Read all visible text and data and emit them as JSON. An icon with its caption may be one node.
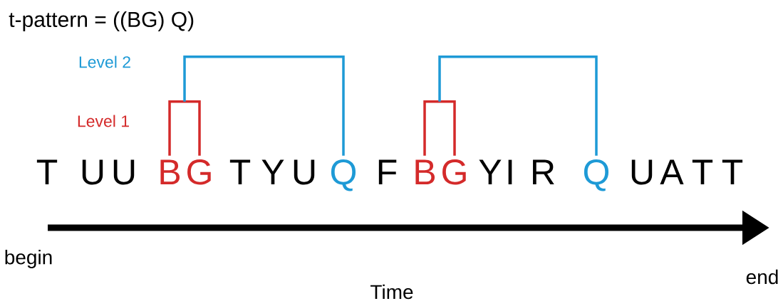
{
  "diagram": {
    "title": "t-pattern = ((BG) Q)",
    "nodes": [
      {
        "text": [
          "T"
        ]
      },
      {
        "text": [
          "U"
        ]
      },
      {
        "text": [
          "U"
        ]
      },
      {
        "text": [
          "B"
        ]
      },
      {
        "text": [
          "G"
        ]
      },
      {
        "text": [
          "T"
        ]
      },
      {
        "text": [
          "Y"
        ]
      },
      {
        "text": [
          "U"
        ]
      },
      {
        "text": [
          "Q"
        ]
      },
      {
        "text": [
          "F"
        ]
      },
      {
        "text": [
          "B"
        ]
      },
      {
        "text": [
          "G"
        ]
      },
      {
        "text": [
          "Y"
        ]
      },
      {
        "text": [
          "I"
        ]
      },
      {
        "text": [
          "R"
        ]
      },
      {
        "text": [
          "Q"
        ]
      },
      {
        "text": [
          "U"
        ]
      },
      {
        "text": [
          "A"
        ]
      },
      {
        "text": [
          "T"
        ]
      },
      {
        "text": [
          "T"
        ]
      }
    ],
    "edges": [
      {
        "from": 3,
        "to": 4,
        "arrow": "none",
        "color": "#d42a2a"
      },
      {
        "from": 3,
        "to": 8,
        "arrow": "none",
        "color": "#1e9ad6"
      },
      {
        "from": 10,
        "to": 11,
        "arrow": "none",
        "color": "#d42a2a"
      },
      {
        "from": 10,
        "to": 15,
        "arrow": "none",
        "color": "#1e9ad6"
      }
    ],
    "labels": [
      "Level 2",
      "Level 1",
      "begin",
      "end",
      "Time"
    ]
  }
}
